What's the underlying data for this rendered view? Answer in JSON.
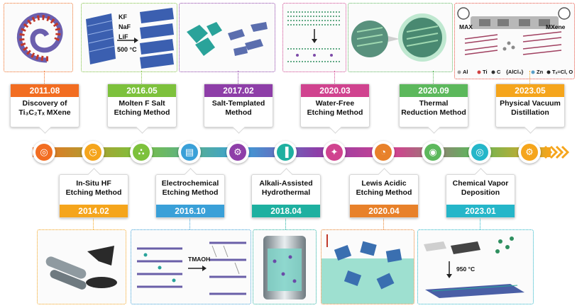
{
  "colors": {
    "orange": "#f26d21",
    "yellow": "#f5a51c",
    "green": "#7dc13c",
    "blue": "#3aa0d8",
    "purple": "#8e3ea8",
    "teal": "#1eb0a0",
    "magenta": "#d0438f",
    "dark_orange": "#e8812a",
    "light_green": "#5cb85c",
    "cyan": "#25b6c9"
  },
  "events": [
    {
      "id": "2011-08",
      "year": "2011.08",
      "label": "Discovery of\nTi₃C₂Tₓ MXene",
      "position": "top",
      "color": "#f26d21",
      "icon": "target-icon"
    },
    {
      "id": "2014-02",
      "year": "2014.02",
      "label": "In-Situ HF\nEtching Method",
      "position": "bottom",
      "color": "#f5a51c",
      "icon": "clock-icon"
    },
    {
      "id": "2016-05",
      "year": "2016.05",
      "label": "Molten F Salt\nEtching Method",
      "position": "top",
      "color": "#7dc13c",
      "icon": "share-icon"
    },
    {
      "id": "2016-10",
      "year": "2016.10",
      "label": "Electrochemical\nEtching Method",
      "position": "bottom",
      "color": "#3aa0d8",
      "icon": "display-icon"
    },
    {
      "id": "2017-02",
      "year": "2017.02",
      "label": "Salt-Templated\nMethod",
      "position": "top",
      "color": "#8e3ea8",
      "icon": "gears-icon"
    },
    {
      "id": "2018-04",
      "year": "2018.04",
      "label": "Alkali-Assisted\nHydrothermal",
      "position": "bottom",
      "color": "#1eb0a0",
      "icon": "bar-chart-icon"
    },
    {
      "id": "2020-03",
      "year": "2020.03",
      "label": "Water-Free\nEtching Method",
      "position": "top",
      "color": "#d0438f",
      "icon": "network-icon"
    },
    {
      "id": "2020-04",
      "year": "2020.04",
      "label": "Lewis Acidic\nEtching Method",
      "position": "bottom",
      "color": "#e8812a",
      "icon": "gauge-icon"
    },
    {
      "id": "2020-09",
      "year": "2020.09",
      "label": "Thermal\nReduction Method",
      "position": "top",
      "color": "#5cb85c",
      "icon": "car-icon"
    },
    {
      "id": "2023-01",
      "year": "2023.01",
      "label": "Chemical Vapor\nDeposition",
      "position": "bottom",
      "color": "#25b6c9",
      "icon": "globe-icon"
    },
    {
      "id": "2023-05",
      "year": "2023.05",
      "label": "Physical Vacuum\nDistillation",
      "position": "top",
      "color": "#f5a51c",
      "icon": "cogs-icon"
    }
  ],
  "panel_text": {
    "salts": [
      "KF",
      "NaF",
      "LiF"
    ],
    "temp_500": "500 °C",
    "max": "MAX",
    "mxene": "MXene",
    "legend": [
      "Al",
      "Ti",
      "C",
      "{AlCl₄}",
      "Zn",
      "Tₓ=Cl, O"
    ],
    "tmaoh": "TMAOH",
    "temp_950": "950 °C"
  }
}
